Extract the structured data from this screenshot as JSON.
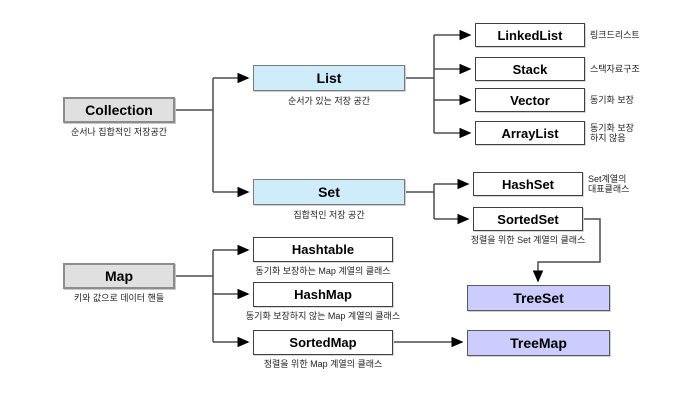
{
  "diagram_title": "Java Collection Framework hierarchy",
  "colors": {
    "root_fill": "#e0e0e0",
    "interface_fill": "#cfecfb",
    "class_fill": "#ffffff",
    "tree_fill": "#ccccff",
    "line": "#4d4d4d",
    "arrow": "#000000"
  },
  "nodes": {
    "collection": {
      "label": "Collection",
      "caption": "순서나 집합적인 저장공간"
    },
    "list": {
      "label": "List",
      "caption": "순서가 있는 저장 공간"
    },
    "set": {
      "label": "Set",
      "caption": "집합적인 저장 공간"
    },
    "linkedlist": {
      "label": "LinkedList",
      "note": [
        "링크드리스트"
      ]
    },
    "stack": {
      "label": "Stack",
      "note": [
        "스택자료구조"
      ]
    },
    "vector": {
      "label": "Vector",
      "note": [
        "동기화 보장"
      ]
    },
    "arraylist": {
      "label": "ArrayList",
      "note": [
        "동기화 보장",
        "하지 않음"
      ]
    },
    "hashset": {
      "label": "HashSet",
      "note": [
        "Set계열의",
        "대표클래스"
      ]
    },
    "sortedset": {
      "label": "SortedSet",
      "caption": "정렬을 위한 Set 계열의 클래스"
    },
    "treeset": {
      "label": "TreeSet"
    },
    "map": {
      "label": "Map",
      "caption": "키와 값으로 데이터 핸들"
    },
    "hashtable": {
      "label": "Hashtable",
      "caption": "동기화 보장하는 Map 계열의 클래스"
    },
    "hashmap": {
      "label": "HashMap",
      "caption": "동기화 보장하지 않는 Map 계열의 클래스"
    },
    "sortedmap": {
      "label": "SortedMap",
      "caption": "정렬을 위한 Map 계열의 클래스"
    },
    "treemap": {
      "label": "TreeMap"
    }
  }
}
